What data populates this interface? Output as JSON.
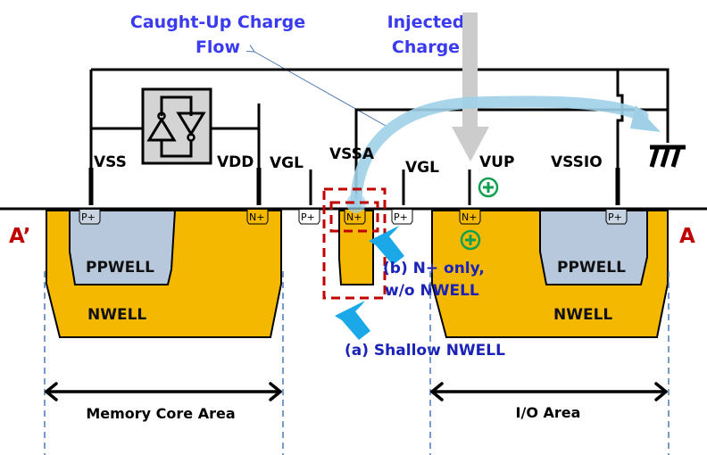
{
  "labels": {
    "caught_up_line1": "Caught-Up Charge",
    "caught_up_line2": "Flow",
    "injected_line1": "Injected",
    "injected_line2": "Charge",
    "section_left": "A’",
    "section_right": "A"
  },
  "terminals": {
    "vss": "VSS",
    "vdd": "VDD",
    "vgl_left": "VGL",
    "vssa": "VSSA",
    "vgl_right": "VGL",
    "vup": "VUP",
    "vssio": "VSSIO"
  },
  "diffusions": {
    "p_plus": "P+",
    "n_plus": "N+"
  },
  "wells": {
    "ppwell": "PPWELL",
    "nwell": "NWELL"
  },
  "callouts": {
    "b_line1": "(b) N+ only,",
    "b_line2": "w/o NWELL",
    "a_line1": "(a) Shallow  NWELL"
  },
  "areas": {
    "memory_core": "Memory Core Area",
    "io": "I/O Area"
  },
  "symbols": {
    "positive_charge": "+"
  },
  "colors": {
    "nwell": "#f5b800",
    "ppwell": "#b8c8dc",
    "title_blue": "#3a3af0",
    "callout_blue": "#1a22b8",
    "section_red": "#c00000",
    "highlight_red": "#c00000",
    "charge_green": "#10a050",
    "flow_lightblue": "#9fd0e8",
    "callout_arrow": "#1aa8e8",
    "injected_gray": "#cccccc"
  }
}
